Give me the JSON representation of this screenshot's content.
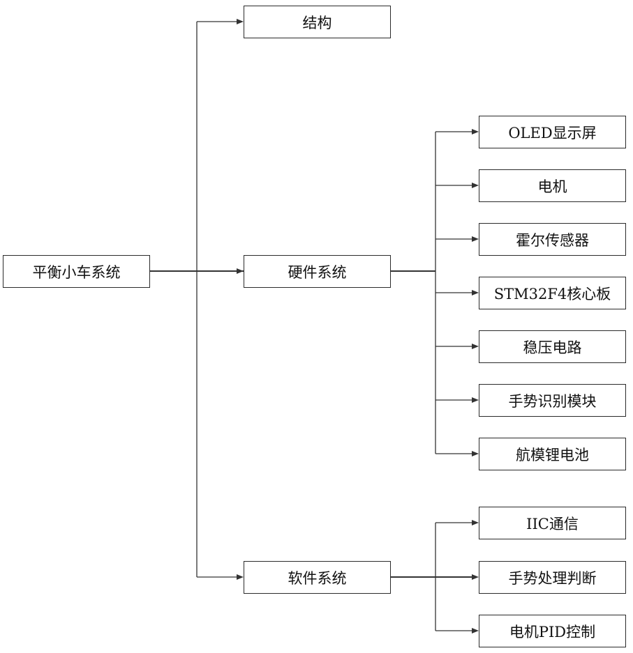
{
  "root": {
    "label": "平衡小车系统"
  },
  "level1": [
    {
      "id": "structure",
      "label": "结构"
    },
    {
      "id": "hardware",
      "label": "硬件系统"
    },
    {
      "id": "software",
      "label": "软件系统"
    }
  ],
  "hardware_children": [
    {
      "label": "OLED显示屏"
    },
    {
      "label": "电机"
    },
    {
      "label": "霍尔传感器"
    },
    {
      "label": "STM32F4核心板"
    },
    {
      "label": "稳压电路"
    },
    {
      "label": "手势识别模块"
    },
    {
      "label": "航模锂电池"
    }
  ],
  "software_children": [
    {
      "label": "IIC通信"
    },
    {
      "label": "手势处理判断"
    },
    {
      "label": "电机PID控制"
    }
  ],
  "style": {
    "line_color": "#333333",
    "border_color": "#2a2a2a",
    "background": "#ffffff"
  }
}
